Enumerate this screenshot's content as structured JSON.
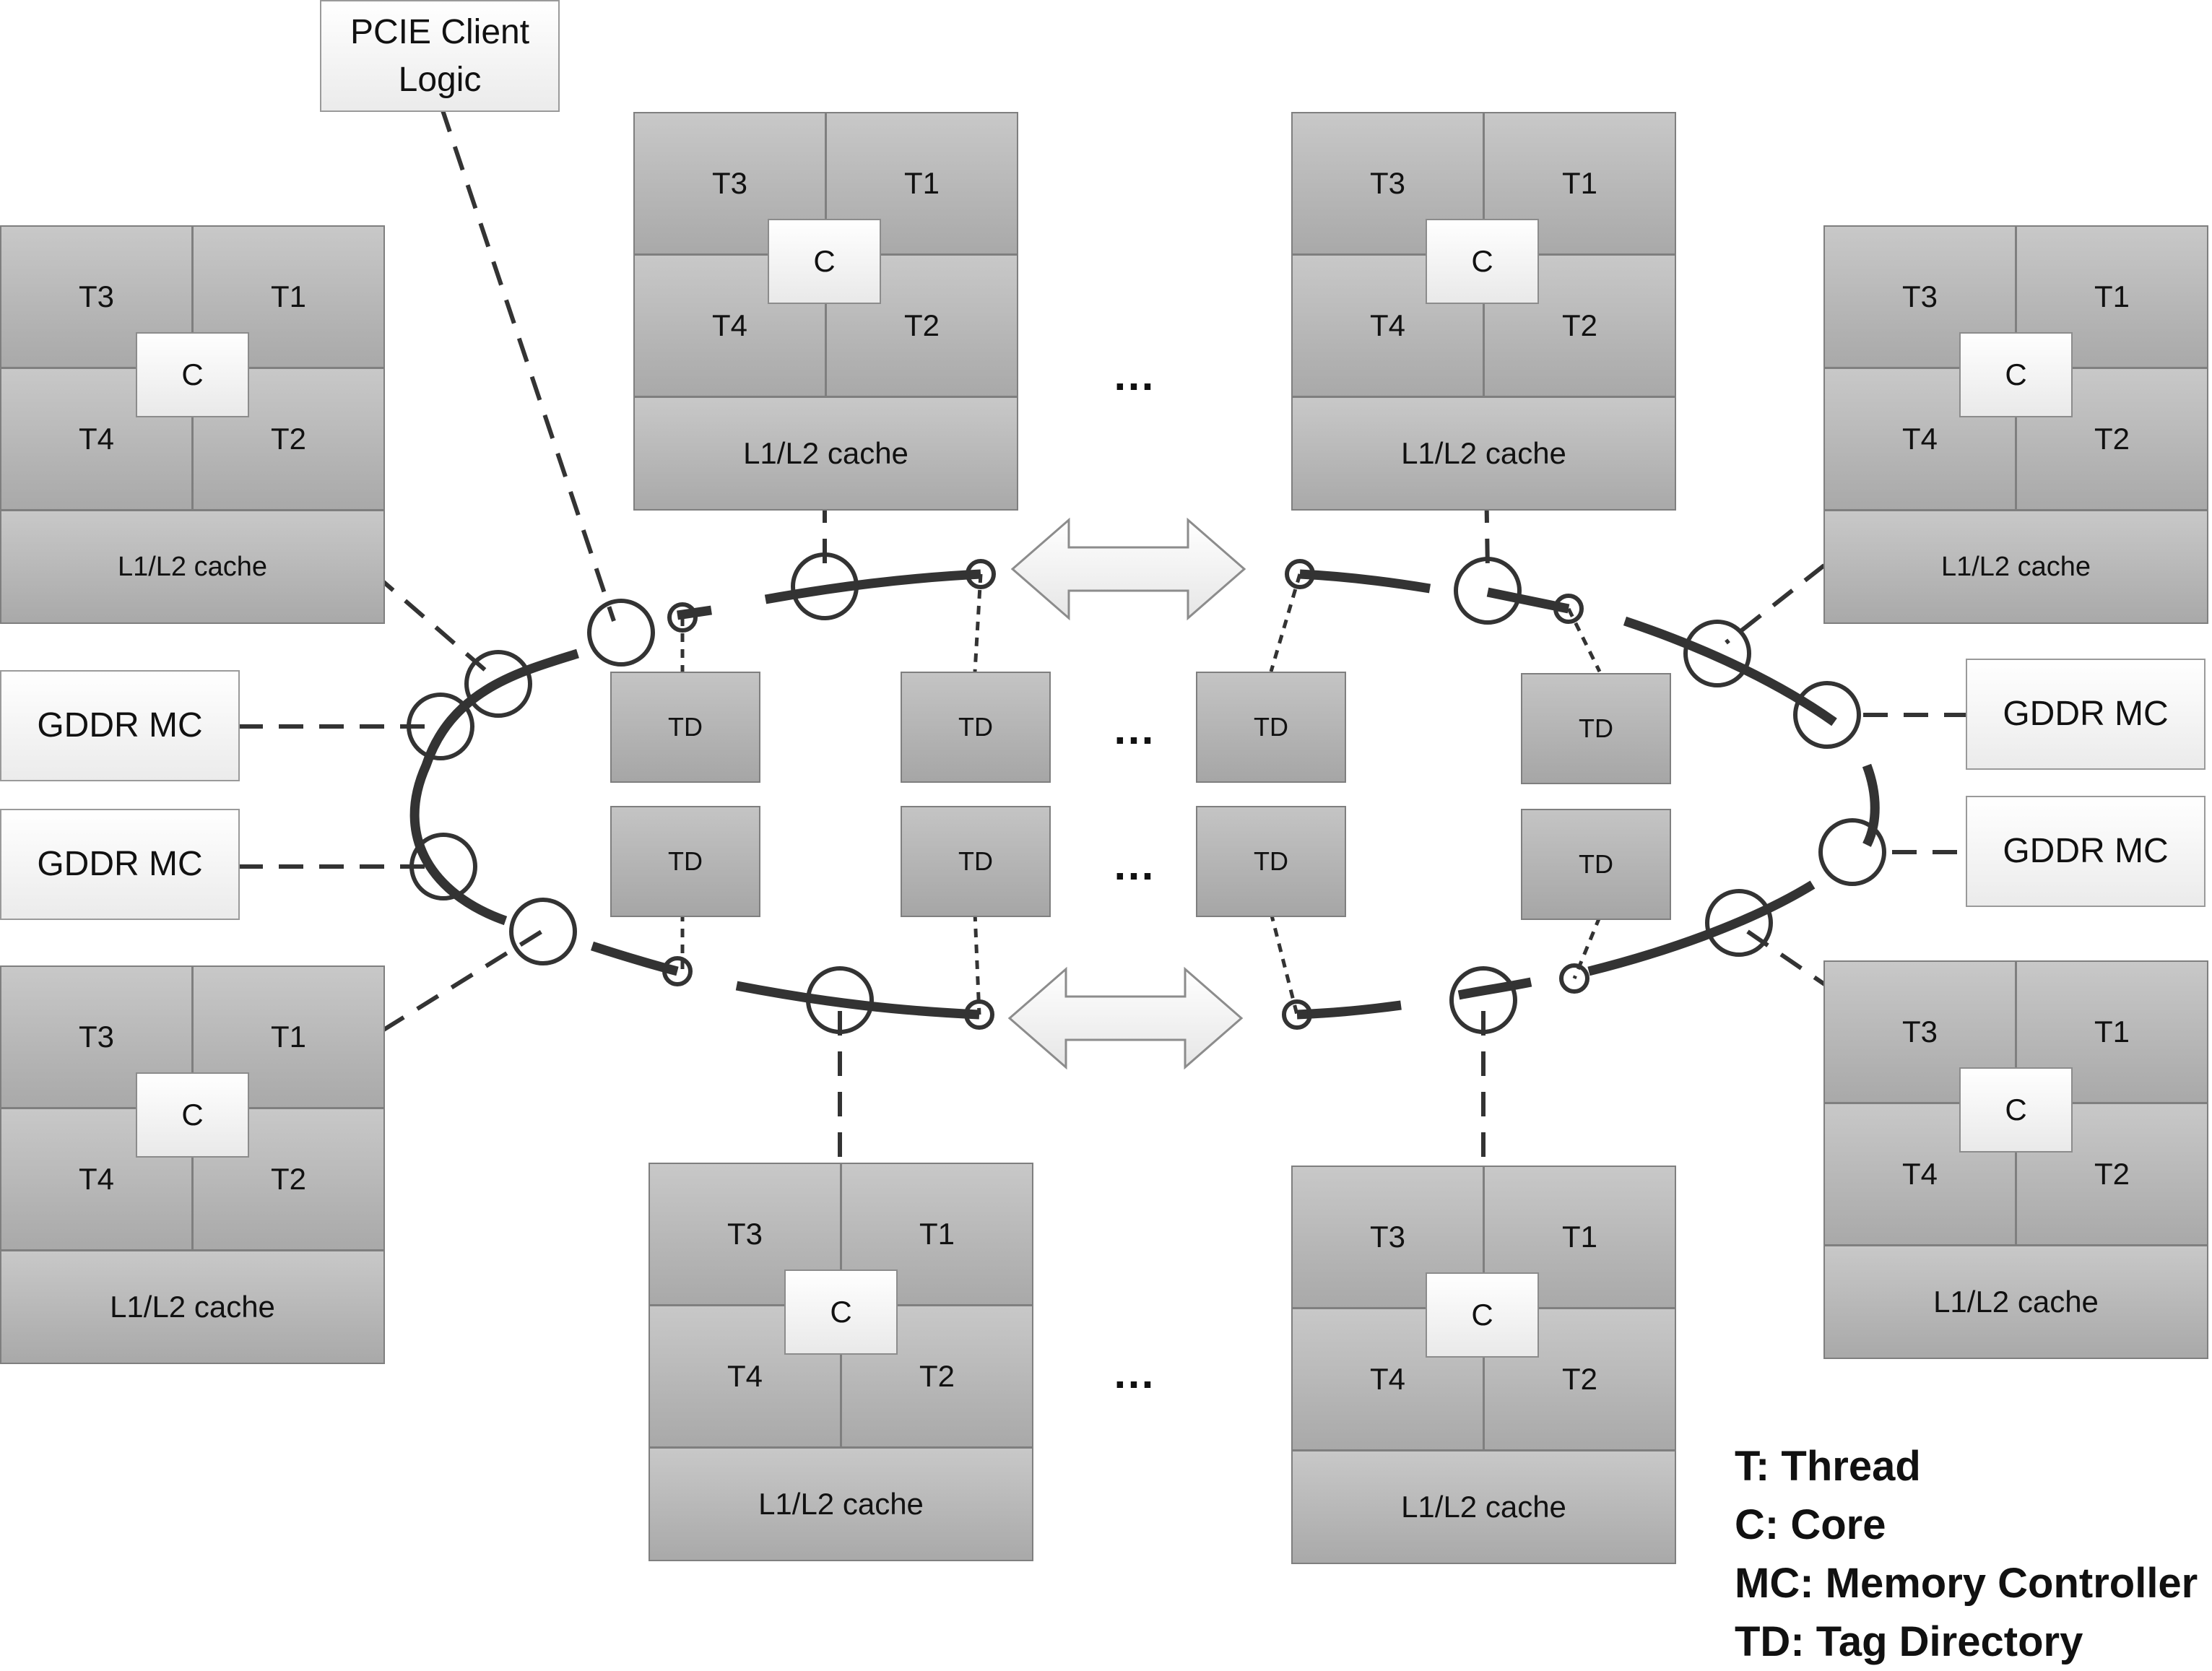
{
  "labels": {
    "thread_1": "T1",
    "thread_2": "T2",
    "thread_3": "T3",
    "thread_4": "T4",
    "core": "C",
    "cache": "L1/L2 cache",
    "tag_directory": "TD",
    "memory_controller": "GDDR MC",
    "pcie_line1": "PCIE Client",
    "pcie_line2": "Logic",
    "ellipsis": "…"
  },
  "legend": [
    "T: Thread",
    "C: Core",
    "MC: Memory Controller",
    "TD: Tag Directory"
  ],
  "colors": {
    "ring": "#333333",
    "gray_block": "#b4b4b4",
    "white_block": "#f2f2f2",
    "border": "#7f7f7f"
  }
}
